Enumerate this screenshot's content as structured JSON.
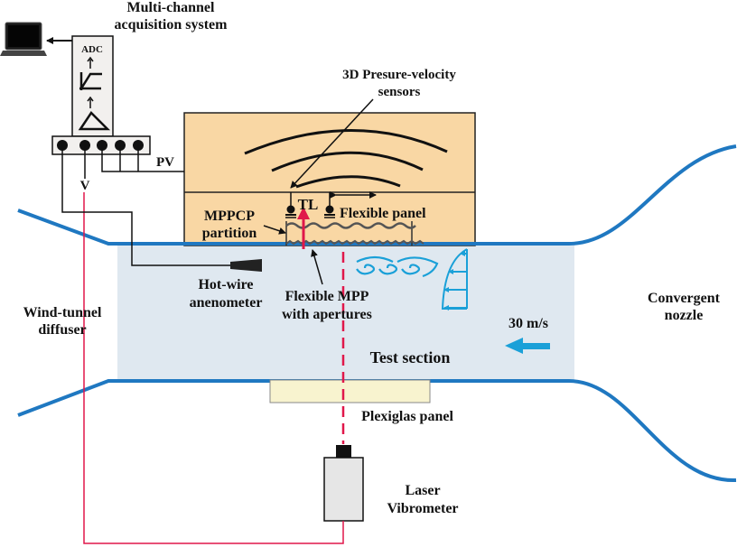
{
  "labels": {
    "acquisition_line1": "Multi-channel",
    "acquisition_line2": "acquisition system",
    "adc": "ADC",
    "pv": "PV",
    "v": "V",
    "sensors_line1": "3D Presure-velocity",
    "sensors_line2": "sensors",
    "tl": "TL",
    "flexible_panel": "Flexible panel",
    "mppcp_line1": "MPPCP",
    "mppcp_line2": "partition",
    "hotwire_line1": "Hot-wire",
    "hotwire_line2": "anenometer",
    "flexmpp_line1": "Flexible MPP",
    "flexmpp_line2": "with apertures",
    "diffuser_line1": "Wind-tunnel",
    "diffuser_line2": "diffuser",
    "nozzle_line1": "Convergent",
    "nozzle_line2": "nozzle",
    "speed": "30 m/s",
    "test_section": "Test section",
    "plexiglas": "Plexiglas panel",
    "laser_line1": "Laser",
    "laser_line2": "Vibrometer"
  },
  "colors": {
    "tunnel_wall": "#1f78c1",
    "test_section_fill": "#dfe8f0",
    "chamber_fill": "#f9d7a4",
    "laser_beam": "#e0174a",
    "flow_icon": "#1aa0d8",
    "plexiglas_fill": "#f8f3cf",
    "daq_fill": "#f2f0ee",
    "vibrometer_fill": "#e6e6e6"
  },
  "icons": {
    "computer": "laptop-icon",
    "amplifier": "amplifier-triangle-icon",
    "filter": "filter-icon",
    "flow_direction": "left-arrow-icon",
    "vortices": "vortex-icon",
    "velocity_profile": "boundary-layer-profile-icon"
  }
}
